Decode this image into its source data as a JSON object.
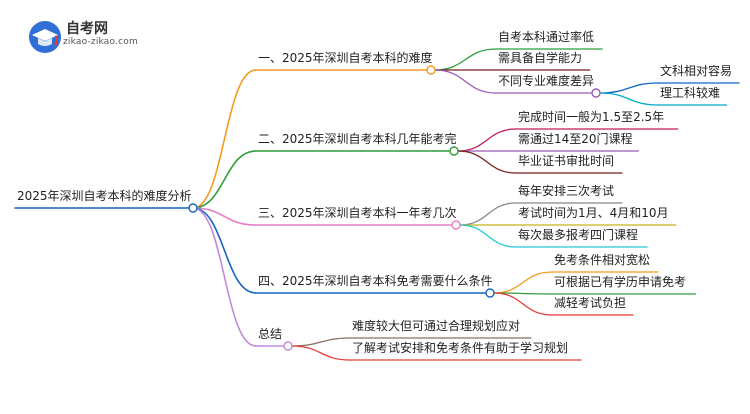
{
  "logo": {
    "name": "自考网",
    "url": "zikao-zikao.com",
    "colors": {
      "badge": "#2f6fd6",
      "accent": "#e53935"
    }
  },
  "root": {
    "label": "2025年深圳自考本科的难度分析"
  },
  "branches": [
    {
      "label": "一、2025年深圳自考本科的难度",
      "color": "#f59a23",
      "children": [
        {
          "label": "自考本科通过率低",
          "color": "#2e9e3a",
          "children": []
        },
        {
          "label": "需具备自学能力",
          "color": "#7b1e1e",
          "children": []
        },
        {
          "label": "不同专业难度差异",
          "color": "#9b59b6",
          "children": [
            {
              "label": "文科相对容易",
              "color": "#1565c0"
            },
            {
              "label": "理工科较难",
              "color": "#00acc1"
            }
          ]
        }
      ]
    },
    {
      "label": "二、2025年深圳自考本科几年能考完",
      "color": "#2e9e3a",
      "children": [
        {
          "label": "完成时间一般为1.5至2.5年",
          "color": "#c2185b",
          "children": []
        },
        {
          "label": "需通过14至20门课程",
          "color": "#9b59b6",
          "children": []
        },
        {
          "label": "毕业证书审批时间",
          "color": "#7b1e1e",
          "children": []
        }
      ]
    },
    {
      "label": "三、2025年深圳自考本科一年考几次",
      "color": "#e67ec6",
      "children": [
        {
          "label": "每年安排三次考试",
          "color": "#888888",
          "children": []
        },
        {
          "label": "考试时间为1月、4月和10月",
          "color": "#c6b418",
          "children": []
        },
        {
          "label": "每次最多报考四门课程",
          "color": "#26c6da",
          "children": []
        }
      ]
    },
    {
      "label": "四、2025年深圳自考本科免考需要什么条件",
      "color": "#1565c0",
      "children": [
        {
          "label": "免考条件相对宽松",
          "color": "#f59a23",
          "children": []
        },
        {
          "label": "可根据已有学历申请免考",
          "color": "#2e9e3a",
          "children": []
        },
        {
          "label": "减轻考试负担",
          "color": "#e53935",
          "children": []
        }
      ]
    },
    {
      "label": "总结",
      "color": "#c08ad8",
      "children": [
        {
          "label": "难度较大但可通过合理规划应对",
          "color": "#8d6e63",
          "children": []
        },
        {
          "label": "了解考试安排和免考条件有助于学习规划",
          "color": "#e53935",
          "children": []
        }
      ]
    }
  ],
  "root_color": "#1565c0"
}
